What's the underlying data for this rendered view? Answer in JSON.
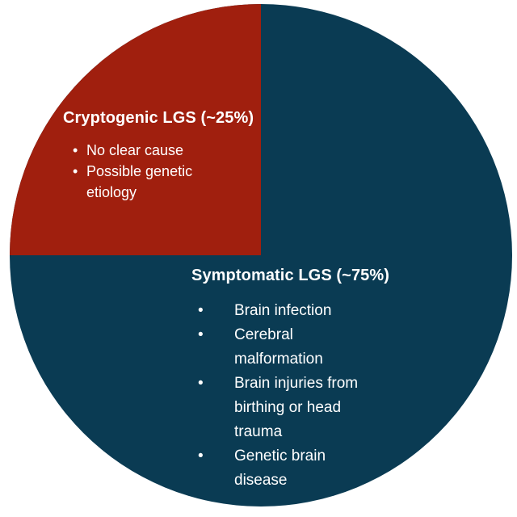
{
  "chart_data": {
    "type": "pie",
    "title": "",
    "legend": "none",
    "labels_on_slices": true,
    "minor_slice_position": "top-left-quadrant",
    "slices": [
      {
        "label": "Cryptogenic LGS",
        "percent": 25,
        "display_label": "Cryptogenic LGS (~25%)",
        "color": "#A01F0E",
        "notes": [
          "No clear cause",
          "Possible genetic etiology"
        ]
      },
      {
        "label": "Symptomatic LGS",
        "percent": 75,
        "display_label": "Symptomatic LGS (~75%)",
        "color": "#0A3B53",
        "notes": [
          "Brain infection",
          "Cerebral malformation",
          "Brain injuries from birthing or head trauma",
          "Genetic brain disease"
        ]
      }
    ]
  },
  "cryptogenic": {
    "heading": "Cryptogenic LGS (~25%)",
    "items": [
      {
        "marker": "•",
        "text": "No clear cause"
      },
      {
        "marker": "•",
        "text": "Possible genetic\netiology"
      }
    ]
  },
  "symptomatic": {
    "heading": "Symptomatic LGS (~75%)",
    "items": [
      {
        "marker": "•",
        "text": "Brain infection"
      },
      {
        "marker": "•",
        "text": "Cerebral\nmalformation"
      },
      {
        "marker": "•",
        "text": "Brain injuries from\nbirthing or head\ntrauma"
      },
      {
        "marker": "•",
        "text": "Genetic brain\ndisease"
      }
    ]
  },
  "colors": {
    "cryptogenic_red": "#A01F0E",
    "symptomatic_blue": "#0A3B53",
    "text": "#FFFFFF",
    "background": "#FFFFFF"
  }
}
